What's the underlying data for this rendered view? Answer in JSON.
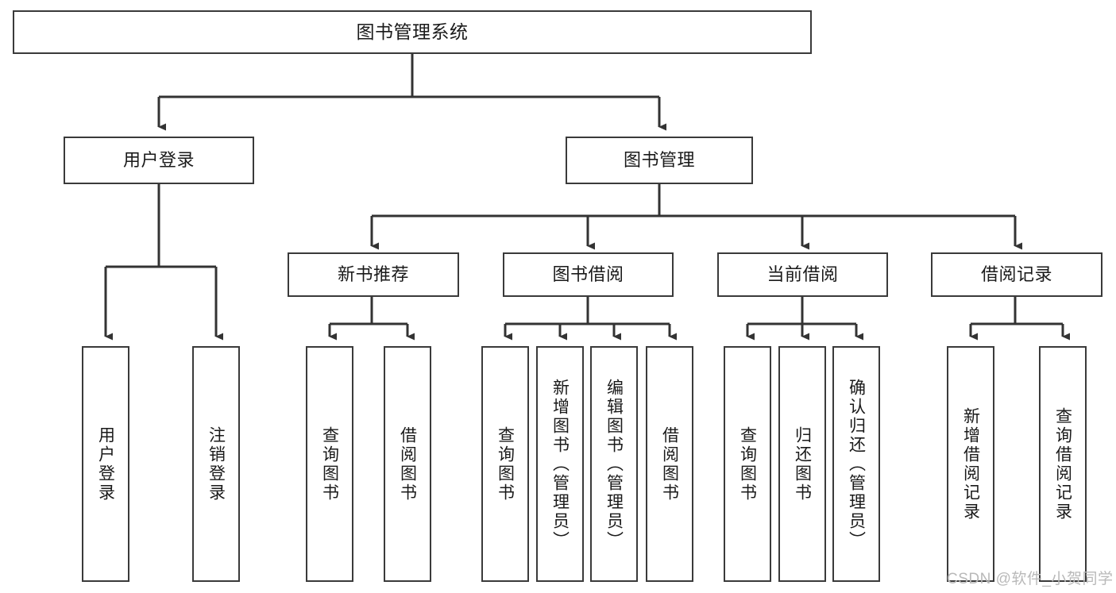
{
  "diagram": {
    "type": "tree",
    "title": "图书管理系统",
    "orientation": "top-down",
    "colors": {
      "box_border": "#3a3a3a",
      "box_fill": "#ffffff",
      "edge": "#333333",
      "text": "#1a1a1a",
      "watermark": "#b9b9b9",
      "background": "#ffffff"
    }
  },
  "root": {
    "label": "图书管理系统"
  },
  "level2": [
    {
      "label": "用户登录"
    },
    {
      "label": "图书管理"
    }
  ],
  "level3": [
    {
      "label": "新书推荐"
    },
    {
      "label": "图书借阅"
    },
    {
      "label": "当前借阅"
    },
    {
      "label": "借阅记录"
    }
  ],
  "leaves": {
    "user_login": [
      {
        "label": "用户登录"
      },
      {
        "label": "注销登录"
      }
    ],
    "new_book_recommend": [
      {
        "label": "查询图书"
      },
      {
        "label": "借阅图书"
      }
    ],
    "book_borrow": [
      {
        "label": "查询图书"
      },
      {
        "label": "新增图书（管理员）"
      },
      {
        "label": "编辑图书（管理员）"
      },
      {
        "label": "借阅图书"
      }
    ],
    "current_borrow": [
      {
        "label": "查询图书"
      },
      {
        "label": "归还图书"
      },
      {
        "label": "确认归还（管理员）"
      }
    ],
    "borrow_records": [
      {
        "label": "新增借阅记录"
      },
      {
        "label": "查询借阅记录"
      }
    ]
  },
  "watermark": {
    "text": "CSDN @软件_小贺同学"
  }
}
